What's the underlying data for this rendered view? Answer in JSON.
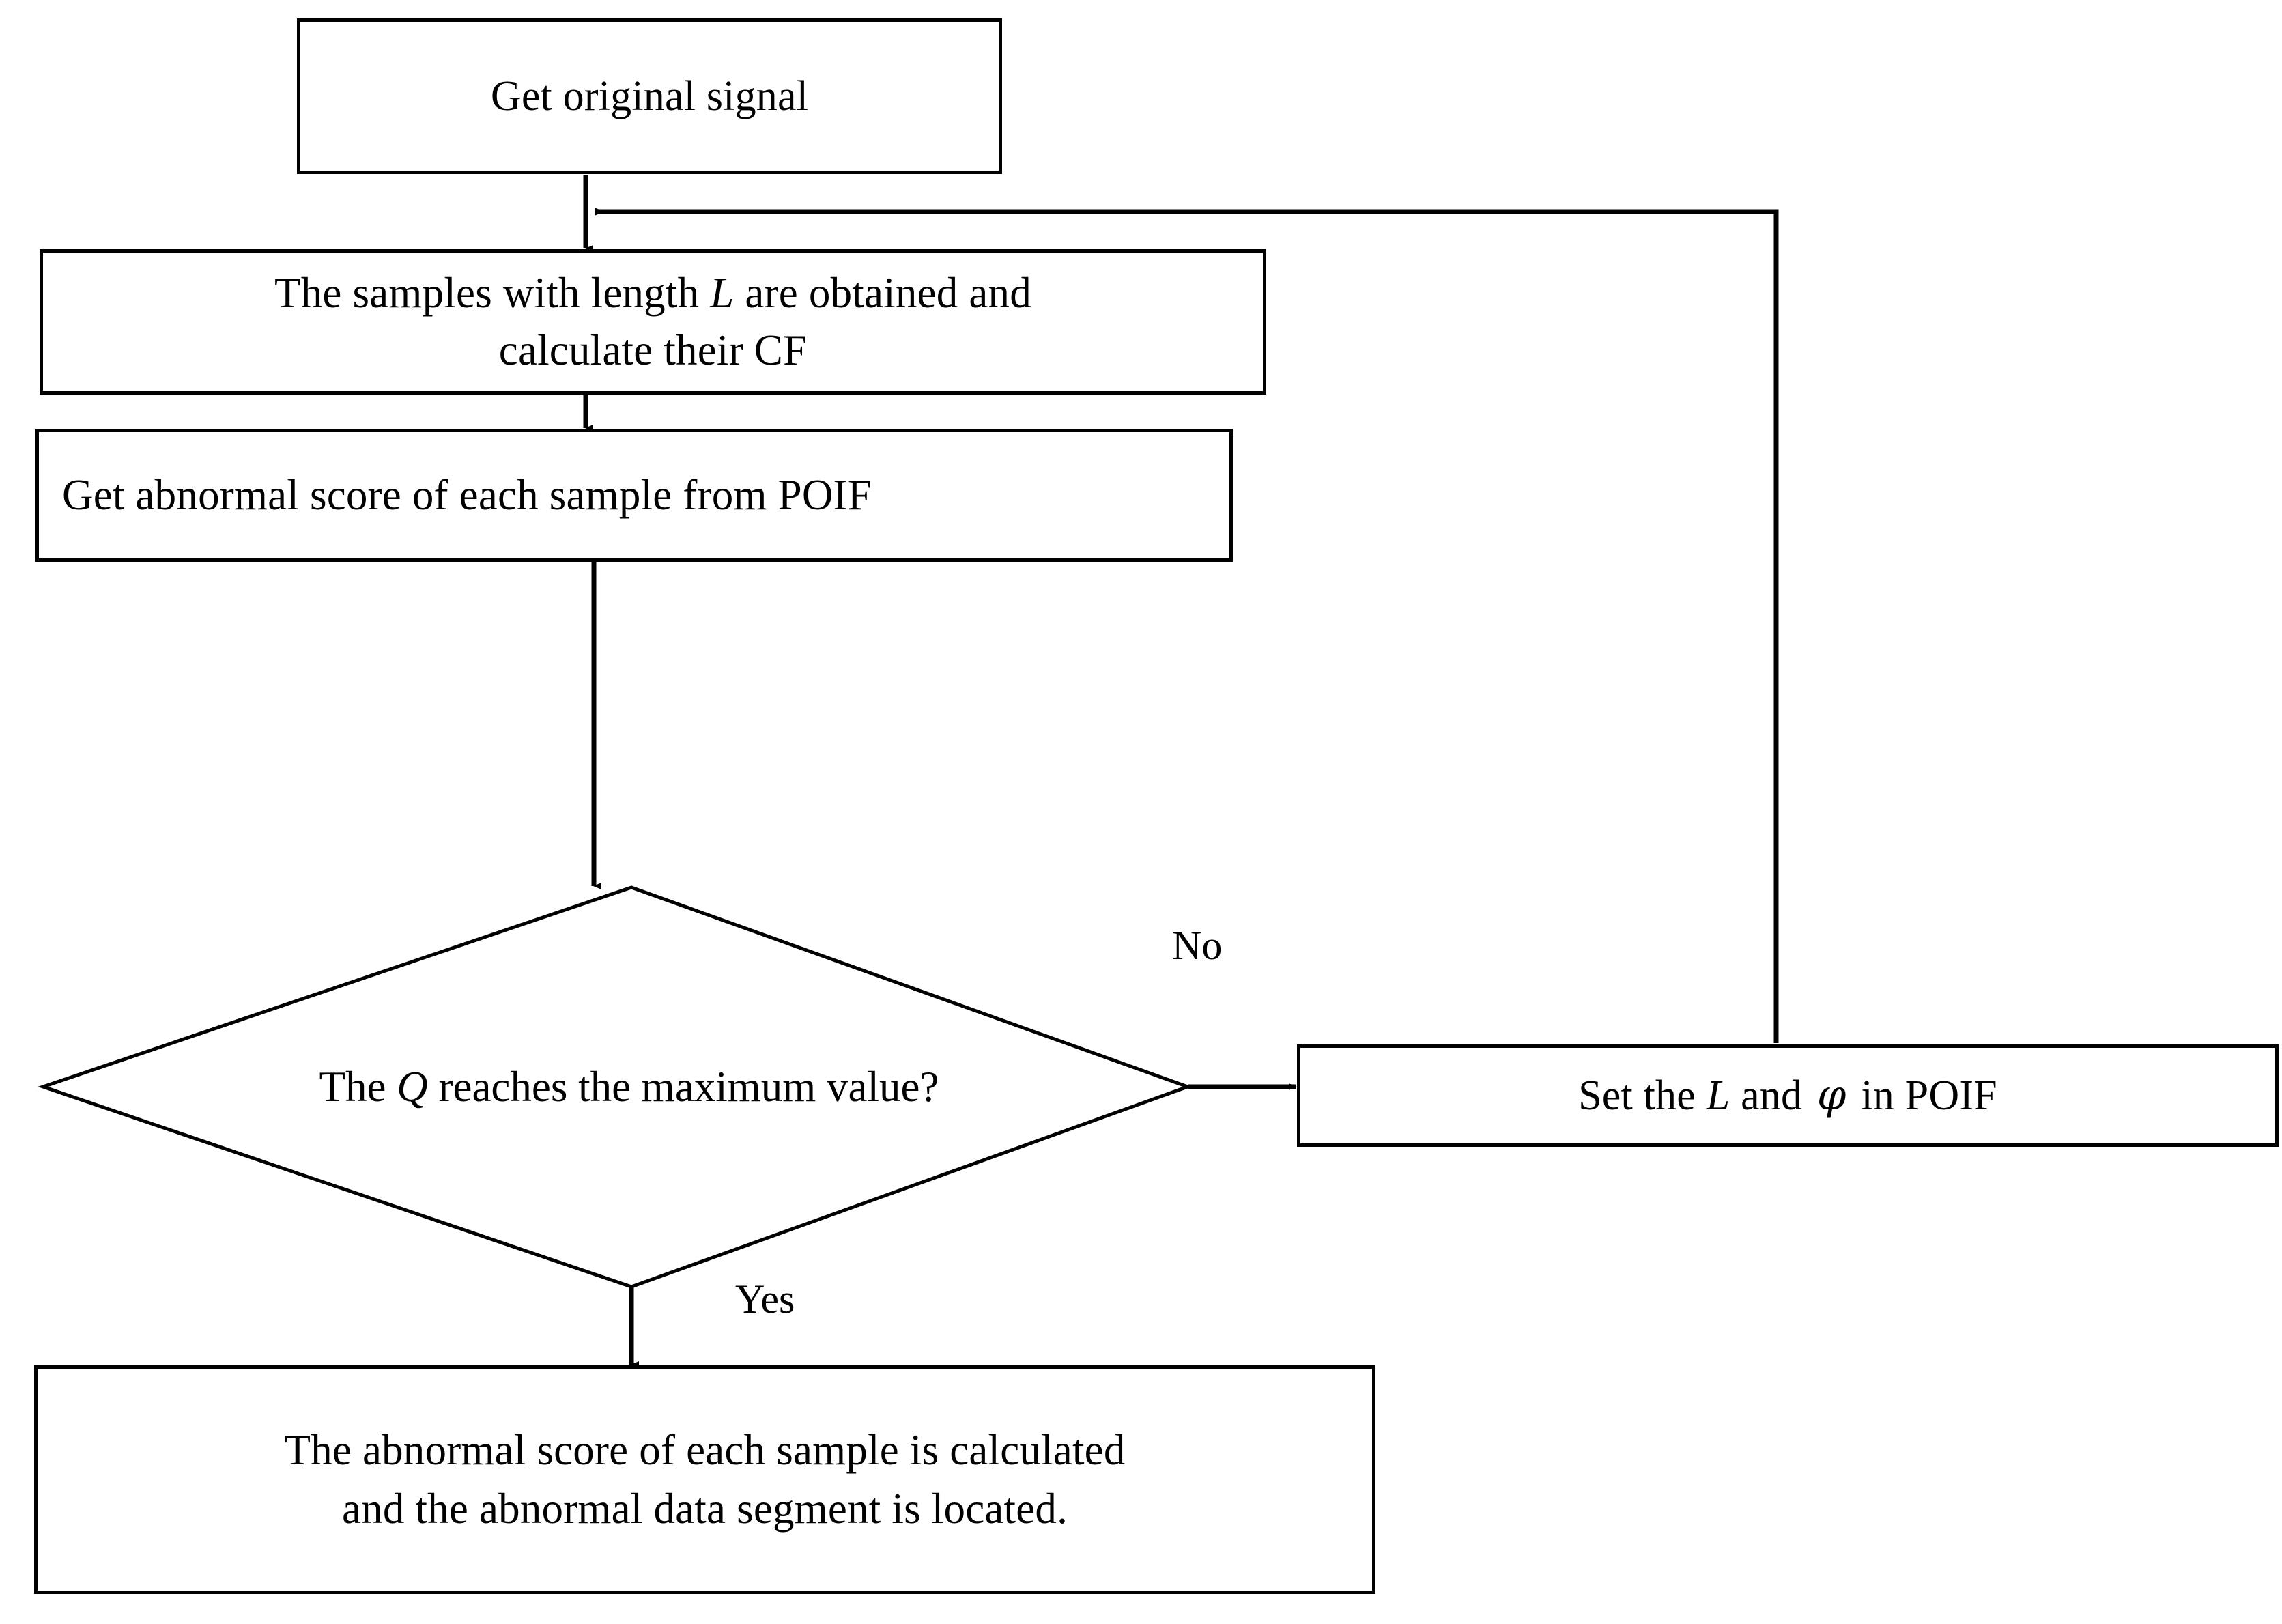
{
  "diagram": {
    "type": "flowchart",
    "title": "POIF abnormal data segment location flowchart",
    "orientation": "top-to-bottom with feedback loop",
    "background_color": "#ffffff",
    "line_color": "#000000",
    "nodes": [
      {
        "id": "start",
        "shape": "rectangle",
        "label": "Get original signal"
      },
      {
        "id": "samples",
        "shape": "rectangle",
        "label_line1_before": "The samples with length ",
        "label_var": "L",
        "label_line1_after": " are obtained and",
        "label_line2": "calculate their CF",
        "label_plain": "The samples with length L are obtained and calculate their CF"
      },
      {
        "id": "score",
        "shape": "rectangle",
        "label": "Get abnormal score of each sample from POIF"
      },
      {
        "id": "decision",
        "shape": "diamond",
        "label_before": "The ",
        "label_var": "Q",
        "label_after": " reaches the maximum value?",
        "label_plain": "The Q reaches the maximum value?"
      },
      {
        "id": "setparams",
        "shape": "rectangle",
        "label_before": "Set the ",
        "label_var": "L",
        "label_mid": " and ",
        "label_phi": "φ",
        "label_after": " in POIF",
        "label_plain": "Set the L and φ in POIF"
      },
      {
        "id": "result",
        "shape": "rectangle",
        "label_line1": "The abnormal score of each sample is calculated",
        "label_line2": "and the abnormal data segment is located.",
        "label_plain": "The abnormal score of each sample is calculated and the abnormal data segment is located."
      }
    ],
    "edge_labels": {
      "no": "No",
      "yes": "Yes"
    },
    "edges": [
      {
        "from": "start",
        "to": "samples",
        "label": ""
      },
      {
        "from": "samples",
        "to": "score",
        "label": ""
      },
      {
        "from": "score",
        "to": "decision",
        "label": ""
      },
      {
        "from": "decision",
        "to": "setparams",
        "label": "No"
      },
      {
        "from": "decision",
        "to": "result",
        "label": "Yes"
      },
      {
        "from": "setparams",
        "to": "samples",
        "label": ""
      }
    ]
  }
}
